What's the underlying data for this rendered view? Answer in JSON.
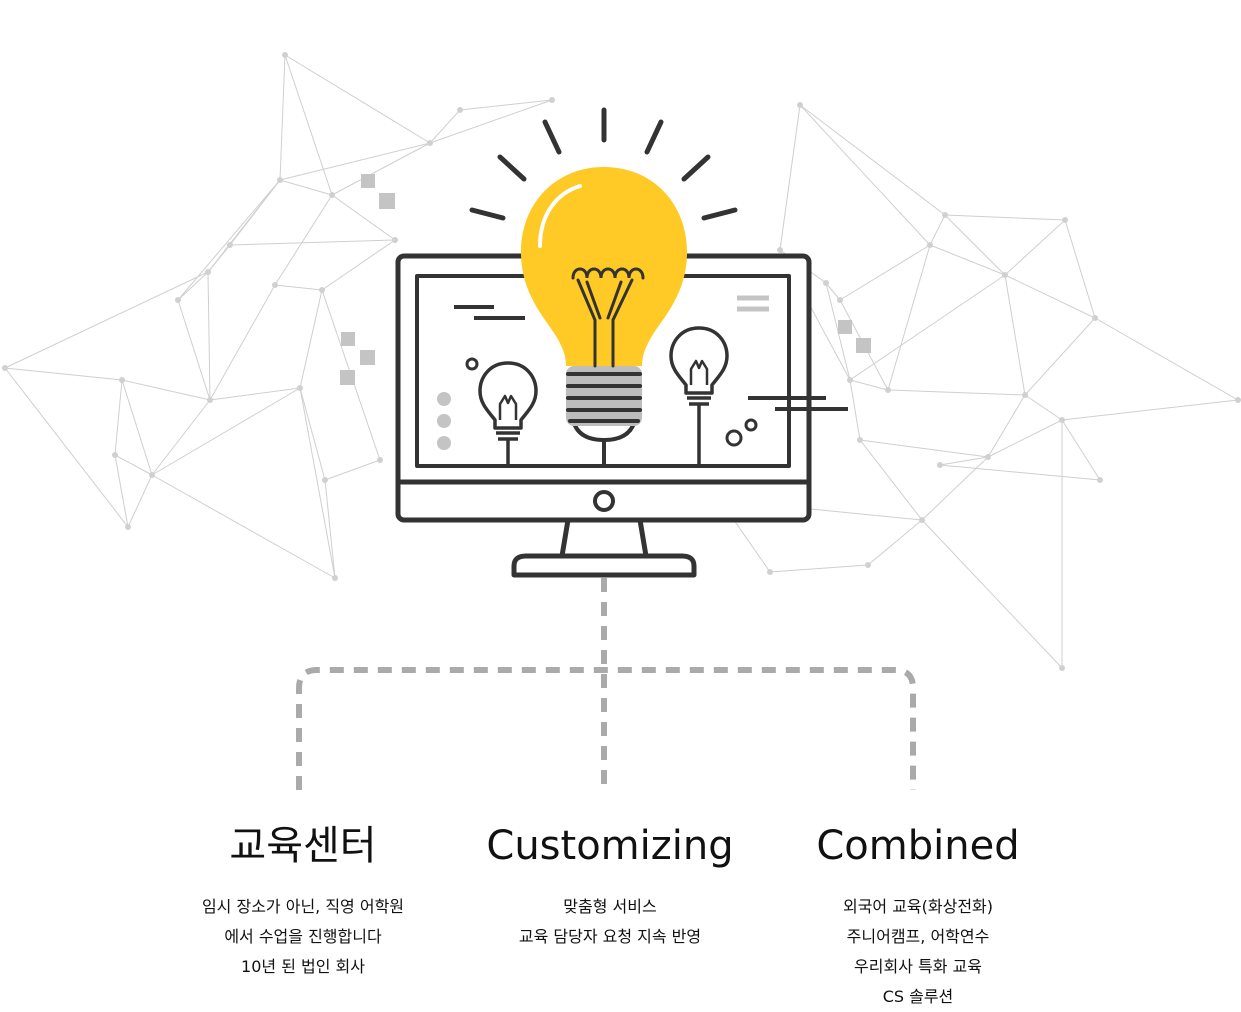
{
  "colors": {
    "accent": "#FFC926",
    "outline": "#333333",
    "network": "#cccccc",
    "connector": "#aaaaaa",
    "text": "#111111"
  },
  "icons": [
    "network-background",
    "monitor-icon",
    "lightbulb-icon",
    "dashed-connector"
  ],
  "columns": [
    {
      "title": "교육센터",
      "lines": [
        "임시 장소가 아닌, 직영 어학원",
        "에서 수업을 진행합니다",
        "10년 된 법인 회사"
      ]
    },
    {
      "title": "Customizing",
      "lines": [
        "맞춤형 서비스",
        "교육 담당자 요청 지속 반영"
      ]
    },
    {
      "title": "Combined",
      "lines": [
        "외국어 교육(화상전화)",
        "주니어캠프, 어학연수",
        "우리회사 특화 교육",
        "CS 솔루션"
      ]
    }
  ]
}
